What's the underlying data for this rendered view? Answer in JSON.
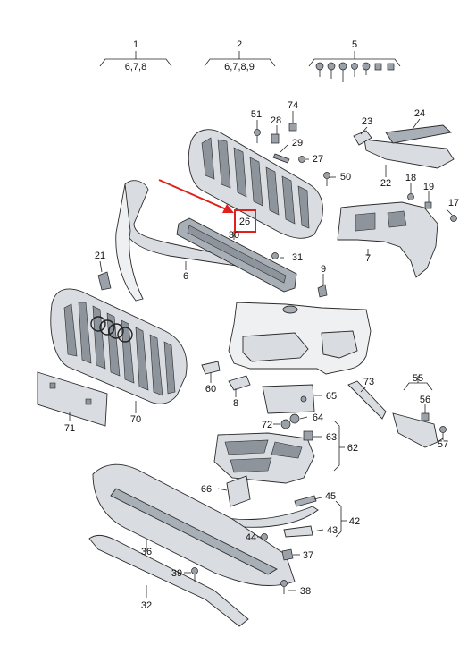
{
  "labels": {
    "c1": "1",
    "c1s": "6,7,8",
    "c2": "2",
    "c2s": "6,7,8,9",
    "c5": "5",
    "c74": "74",
    "c51": "51",
    "c28": "28",
    "c29": "29",
    "c27": "27",
    "c50": "50",
    "c23": "23",
    "c24": "24",
    "c22": "22",
    "c18": "18",
    "c19": "19",
    "c17": "17",
    "c26": "26",
    "c30": "30",
    "c31": "31",
    "c9": "9",
    "c7": "7",
    "c6": "6",
    "c21": "21",
    "c60": "60",
    "c8": "8",
    "c70": "70",
    "c71": "71",
    "c65": "65",
    "c73": "73",
    "c55": "55",
    "c56": "56",
    "c57": "57",
    "c72": "72",
    "c64": "64",
    "c63": "63",
    "c62": "62",
    "c66": "66",
    "c45": "45",
    "c42": "42",
    "c43": "43",
    "c44": "44",
    "c36": "36",
    "c37": "37",
    "c39": "39",
    "c38": "38",
    "c32": "32"
  },
  "highlight": {
    "color": "#e0201b",
    "target": "26"
  }
}
